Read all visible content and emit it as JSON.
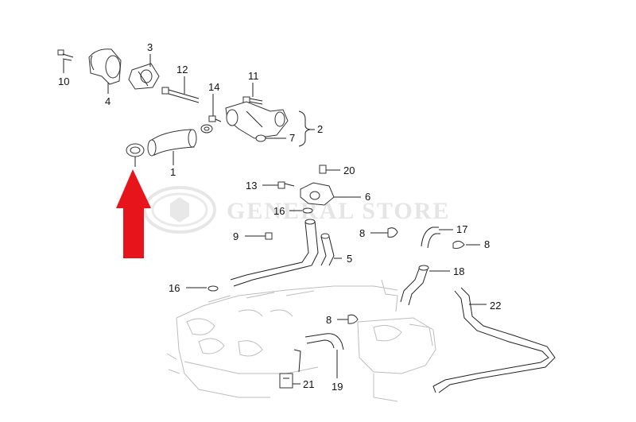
{
  "diagram": {
    "labels": {
      "p1": "1",
      "p2": "2",
      "p3": "3",
      "p4": "4",
      "p5": "5",
      "p6": "6",
      "p7": "7",
      "p8a": "8",
      "p8b": "8",
      "p8c": "8",
      "p9": "9",
      "p10": "10",
      "p11": "11",
      "p12": "12",
      "p13": "13",
      "p14": "14",
      "p16a": "16",
      "p16b": "16",
      "p17": "17",
      "p18": "18",
      "p19": "19",
      "p20": "20",
      "p21": "21",
      "p22": "22"
    },
    "watermark": {
      "text": "GENERAL STORE"
    },
    "arrow": {
      "color": "#e8141b",
      "points_to": "ring-seal"
    }
  }
}
